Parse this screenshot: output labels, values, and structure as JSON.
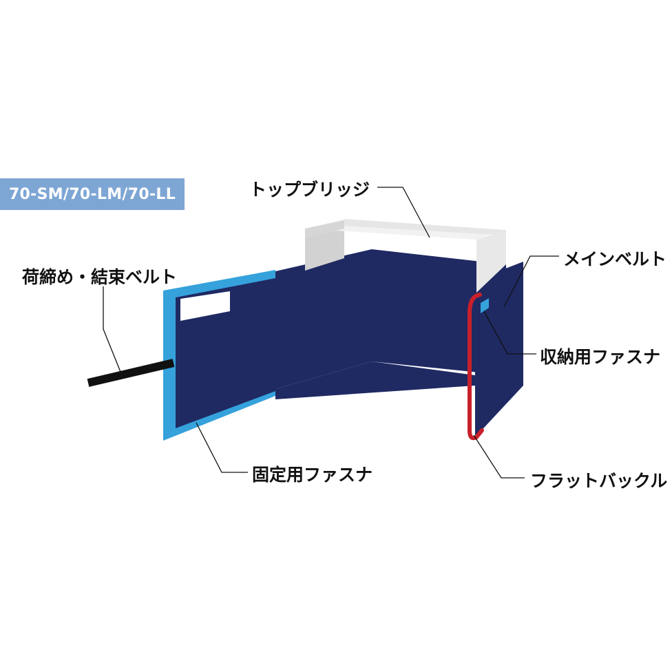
{
  "model_badge": "70-SM/70-LM/70-LL",
  "labels": {
    "top_bridge": "トップブリッジ",
    "main_belt": "メインベルト",
    "cargo_belt": "荷締め・結束ベルト",
    "storage_zipper": "収納用ファスナ",
    "fixing_zipper": "固定用ファスナ",
    "flat_buckle": "フラットバックル"
  },
  "colors": {
    "navy": "#1f2a63",
    "light_blue": "#35a2dc",
    "badge": "#7ea6d4",
    "bridge": "#e9e9e9",
    "buckle": "#c8202a",
    "belt": "#111111"
  }
}
